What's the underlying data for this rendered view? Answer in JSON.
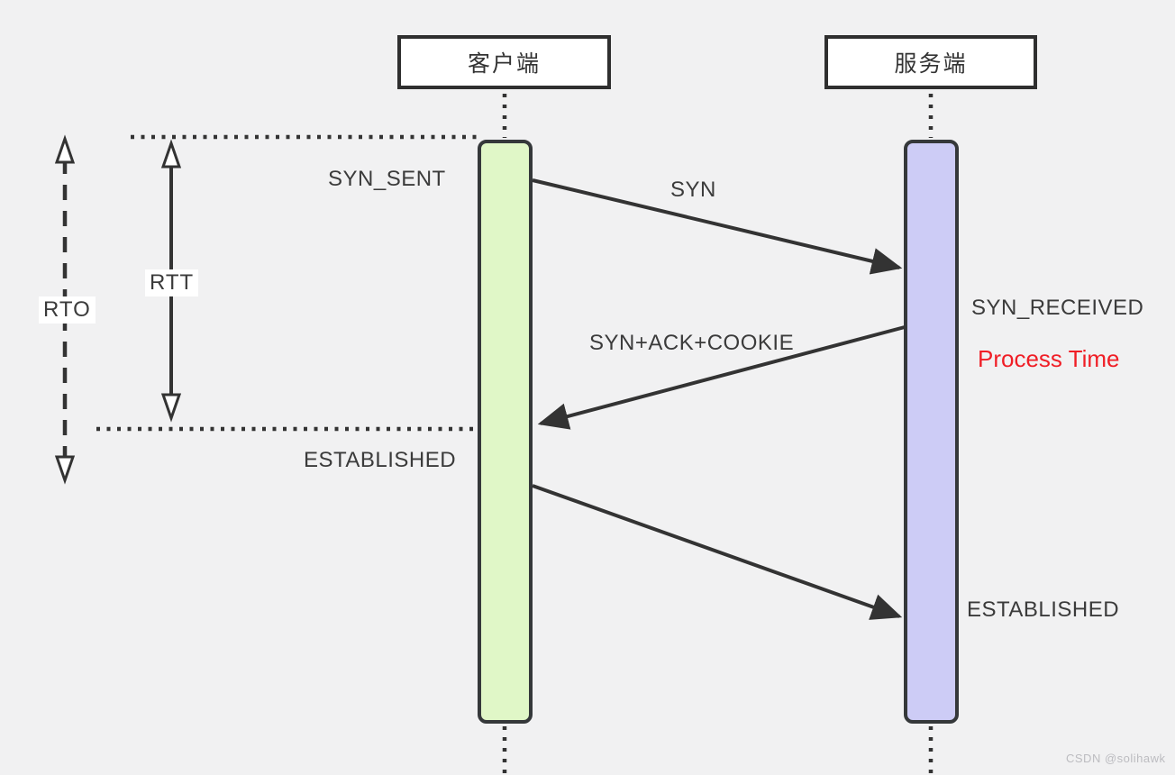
{
  "actors": [
    {
      "id": "client",
      "label": "客户端",
      "bar_color": "#e0f7c7"
    },
    {
      "id": "server",
      "label": "服务端",
      "bar_color": "#cdccf6"
    }
  ],
  "labels": {
    "syn_sent": "SYN_SENT",
    "syn": "SYN",
    "syn_ack_cookie": "SYN+ACK+COOKIE",
    "established_client": "ESTABLISHED",
    "syn_received": "SYN_RECEIVED",
    "process_time": "Process Time",
    "established_server": "ESTABLISHED",
    "rtt": "RTT",
    "rto": "RTO"
  },
  "colors": {
    "background": "#f1f1f2",
    "line": "#333333",
    "text": "#3b3b3b",
    "process_time_text": "#f01e26",
    "client_bar": "#e0f7c7",
    "server_bar": "#cdccf6",
    "watermark_text": "#bcbcc0"
  },
  "watermark": "CSDN @solihawk"
}
